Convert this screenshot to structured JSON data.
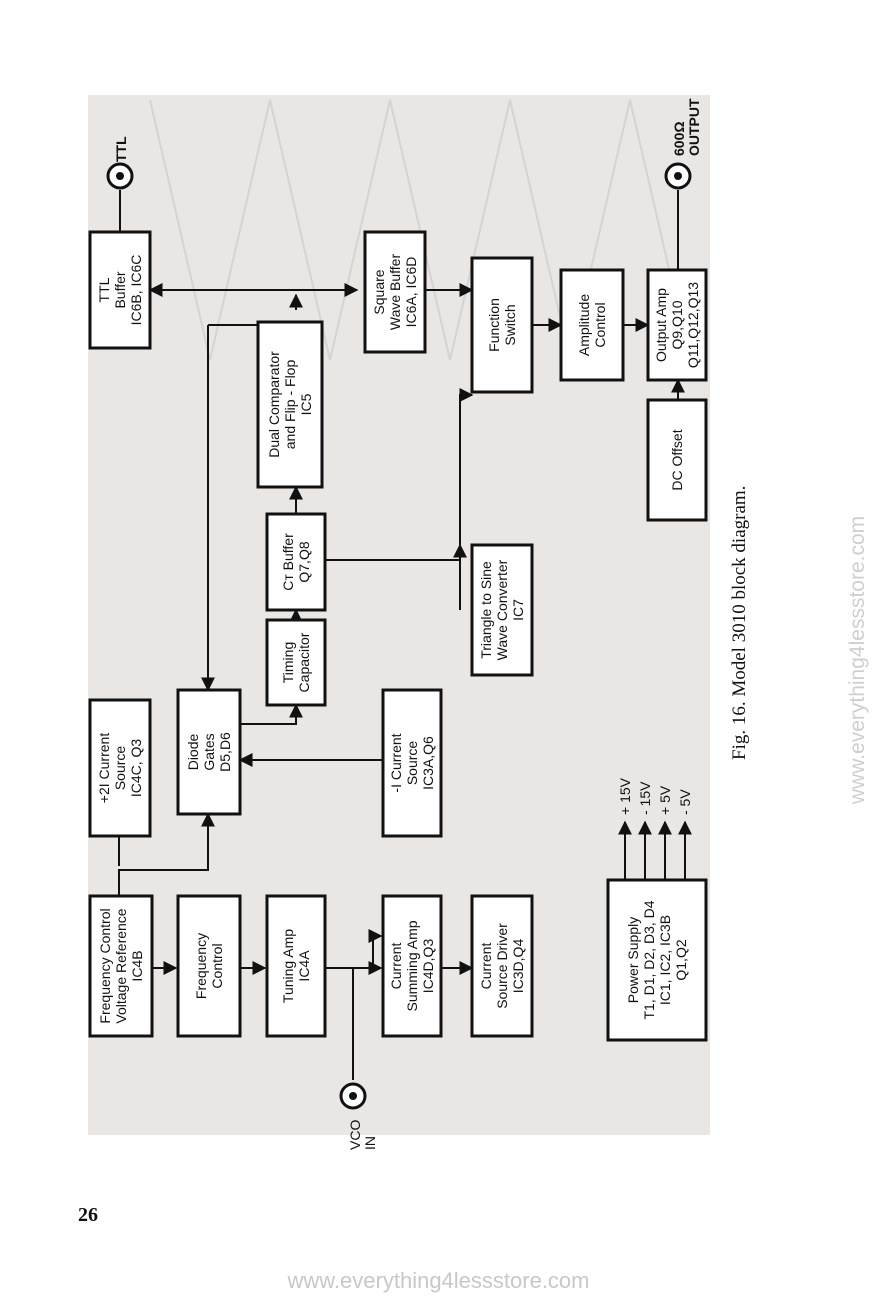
{
  "page_number": "26",
  "caption": "Fig. 16.  Model 3010 block diagram.",
  "watermark": "www.everything4lessstore.com",
  "blocks": {
    "freq_ref": [
      "Frequency Control",
      "Voltage Reference",
      "IC4B"
    ],
    "freq_ctrl": [
      "Frequency",
      "Control"
    ],
    "tuning_amp": [
      "Tuning Amp",
      "IC4A"
    ],
    "current_summing": [
      "Current",
      "Summing Amp",
      "IC4D,Q3"
    ],
    "current_source_driver": [
      "Current",
      "Source Driver",
      "IC3D,Q4"
    ],
    "two_i_source": [
      "+2I Current",
      "Source",
      "IC4C, Q3"
    ],
    "diode_gates": [
      "Diode",
      "Gates",
      "D5,D6"
    ],
    "i_source": [
      "-I Current",
      "Source",
      "IC3A,Q6"
    ],
    "timing_cap": [
      "Timing",
      "Capacitor"
    ],
    "ct_buffer": [
      "Cᴛ Buffer",
      "Q7,Q8"
    ],
    "triangle_sine": [
      "Triangle to Sine",
      "Wave Converter",
      "IC7"
    ],
    "dual_comp": [
      "Dual Comparator",
      "and Flip - Flop",
      "IC5"
    ],
    "ttl_buffer": [
      "TTL",
      "Buffer",
      "IC6B, IC6C"
    ],
    "square_buffer": [
      "Square",
      "Wave Buffer",
      "IC6A, IC6D"
    ],
    "function_switch": [
      "Function",
      "Switch"
    ],
    "amplitude": [
      "Amplitude",
      "Control"
    ],
    "dc_offset": [
      "DC Offset"
    ],
    "output_amp": [
      "Output Amp",
      "Q9,Q10",
      "Q11,Q12,Q13"
    ],
    "power_supply": [
      "Power Supply",
      "T1, D1, D2, D3, D4",
      "IC1, IC2, IC3B",
      "Q1,Q2"
    ]
  },
  "rails": [
    "+ 15V",
    "- 15V",
    "+ 5V",
    "- 5V"
  ],
  "terminals": {
    "vco_in": [
      "VCO",
      "IN"
    ],
    "ttl": "TTL",
    "output": [
      "600Ω",
      "OUTPUT"
    ]
  },
  "colors": {
    "scan_background": "#e9e6e4",
    "ink": "#111111",
    "watermark": "#cccccc"
  }
}
